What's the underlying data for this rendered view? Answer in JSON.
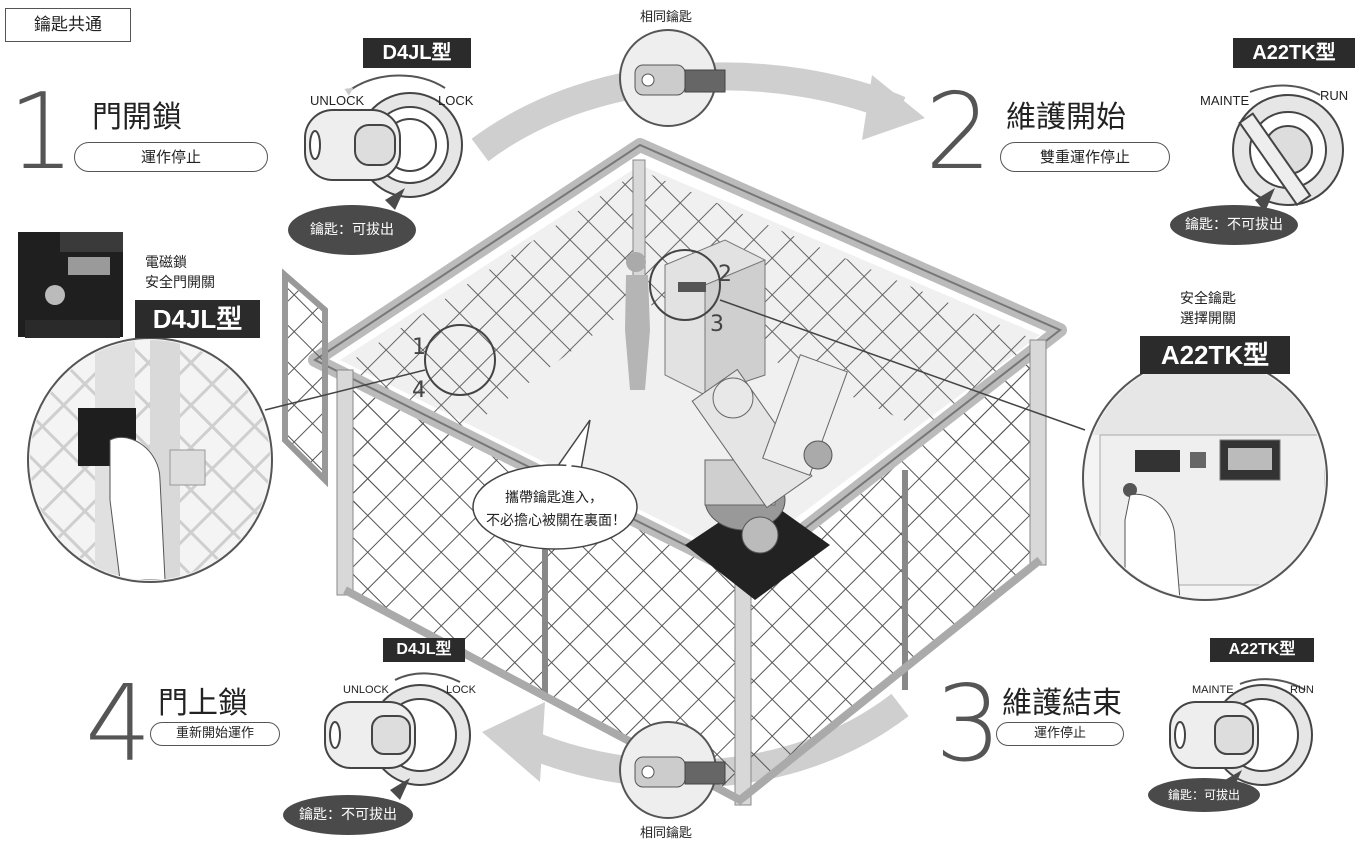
{
  "header_box": "鑰匙共通",
  "common_key": "相同鑰匙",
  "steps": [
    {
      "number": "1",
      "title": "門開鎖",
      "action": "運作停止"
    },
    {
      "number": "2",
      "title": "維護開始",
      "action": "雙重運作停止"
    },
    {
      "number": "3",
      "title": "維護結束",
      "action": "運作停止"
    },
    {
      "number": "4",
      "title": "門上鎖",
      "action": "重新開始運作"
    }
  ],
  "switches": {
    "d4jl_top": {
      "model": "D4JL型",
      "left_label": "UNLOCK",
      "right_label": "LOCK",
      "status": "鑰匙：可拔出"
    },
    "a22tk_top": {
      "model": "A22TK型",
      "left_label": "MAINTE",
      "right_label": "RUN",
      "status": "鑰匙：不可拔出"
    },
    "d4jl_bottom": {
      "model": "D4JL型",
      "left_label": "UNLOCK",
      "right_label": "LOCK",
      "status": "鑰匙：不可拔出"
    },
    "a22tk_bottom": {
      "model": "A22TK型",
      "left_label": "MAINTE",
      "right_label": "RUN",
      "status": "鑰匙：可拔出"
    }
  },
  "left_device": {
    "line1": "電磁鎖",
    "line2": "安全門開關",
    "model": "D4JL型"
  },
  "right_device": {
    "line1": "安全鑰匙",
    "line2": "選擇開關",
    "model": "A22TK型"
  },
  "cage_marks": [
    "1",
    "4",
    "2",
    "3"
  ],
  "speech": {
    "line1": "攜帶鑰匙進入，",
    "line2": "不必擔心被關在裏面！"
  }
}
